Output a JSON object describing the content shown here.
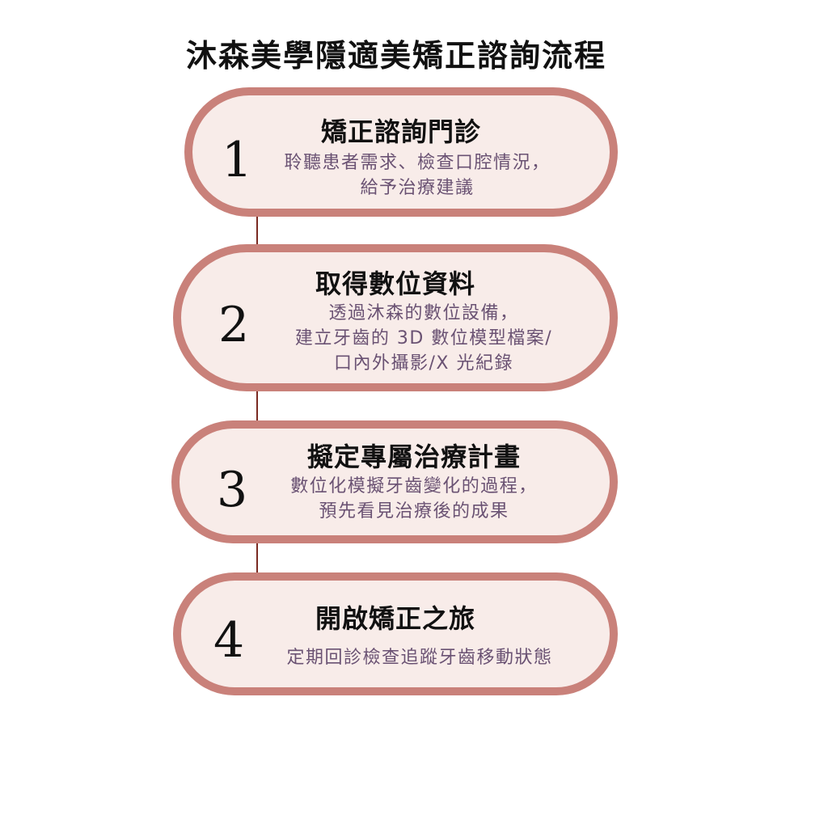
{
  "title": "沐森美學隱適美矯正諮詢流程",
  "colors": {
    "pill_border": "#c9817a",
    "pill_fill": "#f8ece9",
    "connector": "#7a2a22",
    "desc_text": "#6a5273"
  },
  "steps": [
    {
      "number": "1",
      "heading": "矯正諮詢門診",
      "description": "聆聽患者需求、檢查口腔情況，\n給予治療建議"
    },
    {
      "number": "2",
      "heading": "取得數位資料",
      "description": "透過沐森的數位設備，\n建立牙齒的 3D 數位模型檔案/\n口內外攝影/X 光紀錄"
    },
    {
      "number": "3",
      "heading": "擬定專屬治療計畫",
      "description": "數位化模擬牙齒變化的過程，\n預先看見治療後的成果"
    },
    {
      "number": "4",
      "heading": "開啟矯正之旅",
      "description": "定期回診檢查追蹤牙齒移動狀態"
    }
  ]
}
